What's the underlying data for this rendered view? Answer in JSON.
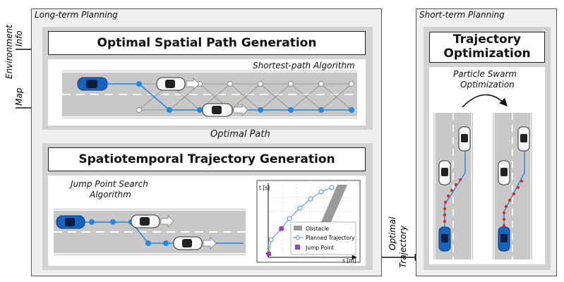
{
  "long_term": {
    "label": "Long-term Planning",
    "spatial_title": "Optimal Spatial Path Generation",
    "spatial_algorithm": "Shortest-path Algorithm",
    "arrow_label": "Optimal Path",
    "st_title": "Spatiotemporal Trajectory Generation",
    "st_algorithm_line1": "Jump Point Search",
    "st_algorithm_line2": "Algorithm"
  },
  "inputs": {
    "env_line1": "Environment",
    "env_line2": "Info",
    "map": "Map"
  },
  "output_label_line1": "Optimal",
  "output_label_line2": "Trajectory",
  "short_term": {
    "label": "Short-term Planning",
    "title_line1": "Trajectory",
    "title_line2": "Optimization",
    "algorithm_line1": "Particle Swarm",
    "algorithm_line2": "Optimization"
  },
  "st_graph": {
    "ylabel": "t [s]",
    "xlabel": "s [m]",
    "legend": {
      "obstacle": "Obstacle",
      "planned": "Planned Trajectory",
      "jump": "Jump Point"
    }
  },
  "colors": {
    "path_blue": "#1e88e5",
    "obstacle": "#999999",
    "jump_point": "#a040c0",
    "pso_red": "#d73027",
    "road": "#c8c8c8"
  }
}
